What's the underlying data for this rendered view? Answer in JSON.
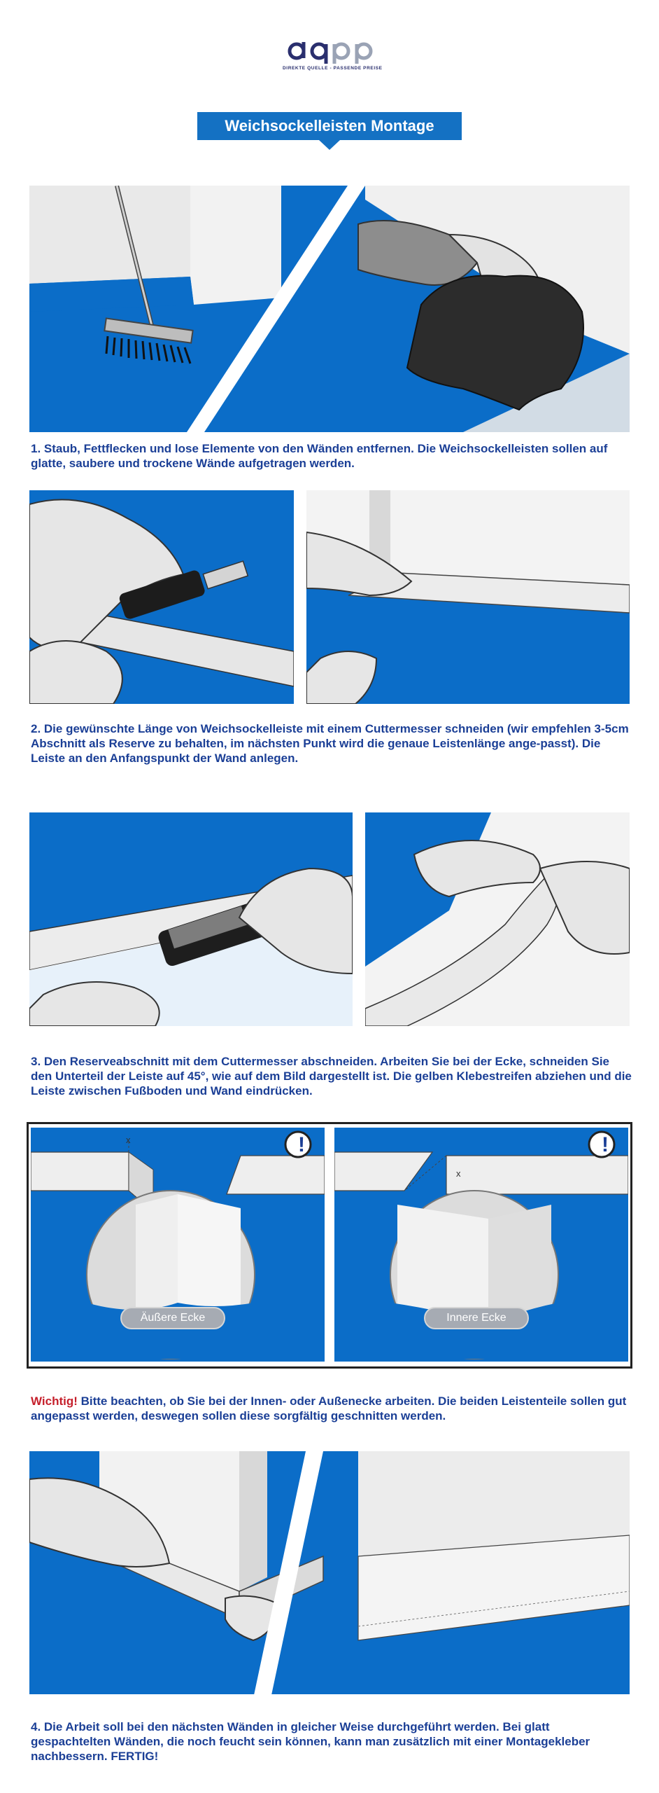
{
  "logo": {
    "tagline": "DIREKTE QUELLE - PASSENDE PREISE"
  },
  "banner": {
    "title": "Weichsockelleisten Montage"
  },
  "colors": {
    "blue": "#0b6dc8",
    "navy": "#1b3f96",
    "banner": "#1471c3",
    "wall": "#e8e8e8",
    "skin": "#d9d9d9",
    "alert": "#c51f2b"
  },
  "steps": [
    {
      "caption": "1. Staub, Fettflecken und lose Elemente von den Wänden entfernen. Die Weichsockelleisten sollen auf glatte, saubere und trockene Wände aufgetragen werden."
    },
    {
      "caption": "2. Die gewünschte Länge von Weichsockelleiste mit einem Cuttermesser schneiden (wir empfehlen 3-5cm Abschnitt als Reserve zu behalten, im nächsten Punkt wird die genaue Leistenlänge ange-passt). Die Leiste an den Anfangspunkt der Wand anlegen."
    },
    {
      "caption": "3. Den Reserveabschnitt mit dem Cuttermesser abschneiden. Arbeiten Sie bei der Ecke, schneiden Sie den Unterteil der Leiste auf 45°, wie auf dem Bild dargestellt ist. Die gelben Klebestreifen abziehen und die Leiste zwischen Fußboden und Wand eindrücken."
    },
    {
      "caption": "4. Die Arbeit soll bei den nächsten Wänden in gleicher Weise durchgeführt werden. Bei glatt gespachtelten Wänden, die noch feucht sein können, kann man zusätzlich mit einer Montagekleber nachbessern. FERTIG!"
    }
  ],
  "corners": {
    "outer_label": "Äußere Ecke",
    "inner_label": "Innere Ecke",
    "mark": "x"
  },
  "warning": {
    "lead": "Wichtig!",
    "text": " Bitte beachten, ob Sie bei der Innen- oder Außenecke arbeiten. Die beiden Leistenteile sollen gut angepasst werden, deswegen sollen diese sorgfältig geschnitten werden."
  },
  "icons": {
    "logo": "dqpp-logo",
    "alert": "exclamation-icon"
  }
}
